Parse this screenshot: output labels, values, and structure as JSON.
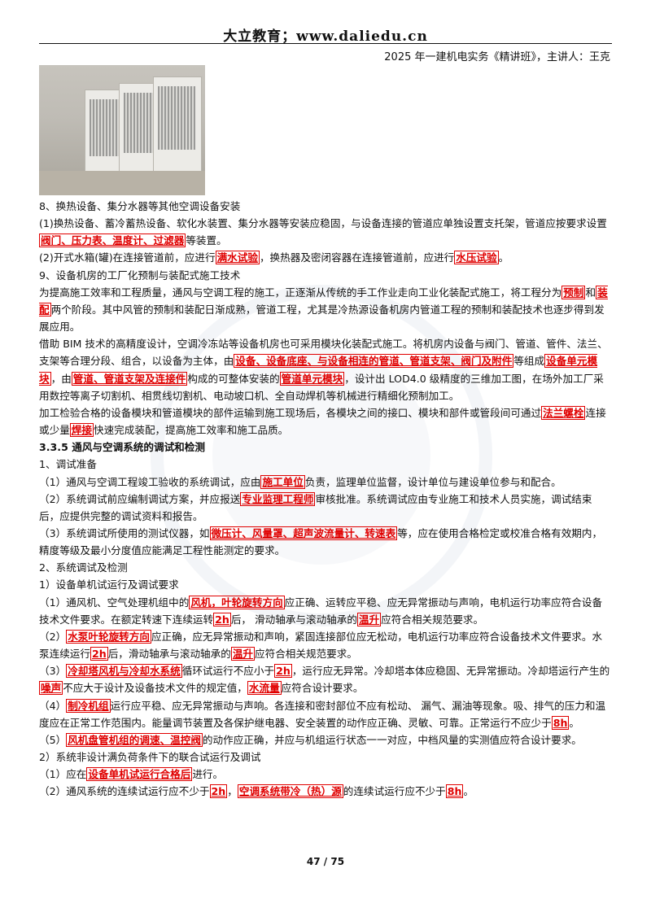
{
  "header": {
    "brand": "大立教育；www.daliedu.cn",
    "course": "2025 年一建机电实务《精讲班》，主讲人：王克"
  },
  "page": {
    "number": "47 / 75"
  },
  "content": {
    "s8_title": "8、换热设备、集分水器等其他空调设备安装",
    "s8_p1": [
      "(1)换热设备、蓄冷蓄热设备、软化水装置、集分水器等安装应稳固，与设备连接的管道应单独设置支托架，管道应按要求设置",
      "阀门、压力表、温度计、过滤器",
      "等装置。"
    ],
    "s8_p2": [
      "(2)开式水箱(罐)在连接管道前，应进行",
      "满水试验",
      "，换热器及密闭容器在连接管道前，应进行",
      "水压试验",
      "。"
    ],
    "s9_title": "9、设备机房的工厂化预制与装配式施工技术",
    "s9_p1": [
      "为提高施工效率和工程质量，通风与空调工程的施工，正逐渐从传统的手工作业走向工业化装配式施工，将工程分为",
      "预制",
      "和",
      "装配",
      "两个阶段。其中风管的预制和装配日渐成熟，管道工程，尤其是冷热源设备机房内管道工程的预制和装配技术也逐步得到发展应用。"
    ],
    "s9_p2": [
      "借助 BIM 技术的高精度设计，空调冷冻站等设备机房也可采用模块化装配式施工。将机房内设备与阀门、管道、管件、法兰、支架等合理分段、组合，以设备为主体，由",
      "设备、设备底座、与设备相连的管道、管道支架、阀门及附件",
      "等组成",
      "设备单元模块",
      "，由",
      "管道、管道支架及连接件",
      "构成的可整体安装的",
      "管道单元模块",
      "，设计出 LOD4.0 级精度的三维加工图，在场外加工厂采用数控等离子切割机、相贯线切割机、电动坡口机、全自动焊机等机械进行精细化预制加工。"
    ],
    "s9_p3": [
      "加工检验合格的设备模块和管道模块的部件运输到施工现场后，各模块之间的接口、模块和部件或管段间可通过",
      "法兰螺栓",
      "连接或少量",
      "焊接",
      "快速完成装配，提高施工效率和施工品质。"
    ],
    "h335": "3.3.5 通风与空调系统的调试和检测",
    "t1": "1、调试准备",
    "t1_p1": [
      "（1）通风与空调工程竣工验收的系统调试，应由",
      "施工单位",
      "负责，监理单位监督，设计单位与建设单位参与和配合。"
    ],
    "t1_p2": [
      "（2）系统调试前应编制调试方案，并应报送",
      "专业监理工程师",
      "审核批准。系统调试应由专业施工和技术人员实施，调试结束后，应提供完整的调试资料和报告。"
    ],
    "t1_p3": [
      "（3）系统调试所使用的测试仪器，如",
      "微压计、风量罩、超声波流量计、转速表",
      "等，应在使用合格检定或校准合格有效期内，精度等级及最小分度值应能满足工程性能测定的要求。"
    ],
    "t2": "2、系统调试及检测",
    "t2_1": "1）设备单机试运行及调试要求",
    "t2_1_p1": [
      "（1）通风机、空气处理机组中的",
      "风机，叶轮旋转方向",
      "应正确、运转应平稳、应无异常振动与声响，电机运行功率应符合设备技术文件要求。在额定转速下连续运转",
      "2h",
      "后，  滑动轴承与滚动轴承的",
      "温升",
      "应符合相关规范要求。"
    ],
    "t2_1_p2": [
      "（2）",
      "水泵叶轮旋转方向",
      "应正确，应无异常振动和声响，紧固连接部位应无松动，电机运行功率应符合设备技术文件要求。水泵连续运行",
      "2h",
      "后，滑动轴承与滚动轴承的",
      "温升",
      "应符合相关规范要求。"
    ],
    "t2_1_p3": [
      "（3）",
      "冷却塔风机与冷却水系统",
      "循环试运行不应小于",
      "2h",
      "，运行应无异常。冷却塔本体应稳固、无异常振动。冷却塔运行产生的",
      "噪声",
      "不应大于设计及设备技术文件的规定值，",
      "水流量",
      "应符合设计要求。"
    ],
    "t2_1_p4": [
      "（4）",
      "制冷机组",
      "运行应平稳、应无异常振动与声响。各连接和密封部位不应有松动、  漏气、漏油等现象。吸、排气的压力和温度应在正常工作范围内。能量调节装置及各保护继电器、安全装置的动作应正确、灵敏、可靠。正常运行不应少于",
      "8h",
      "。"
    ],
    "t2_1_p5": [
      "（5）",
      "风机盘管机组的调速、温控阀",
      "的动作应正确，并应与机组运行状态一一对应，中档风量的实测值应符合设计要求。"
    ],
    "t2_2": "2）系统非设计满负荷条件下的联合试运行及调试",
    "t2_2_p1": [
      "（1）应在",
      "设备单机试运行合格后",
      "进行。"
    ],
    "t2_2_p2": [
      "（2）通风系统的连续试运行应不少于",
      "2h",
      "，",
      "空调系统带冷（热）源",
      "的连续试运行应不少于",
      "8h",
      "。"
    ]
  }
}
